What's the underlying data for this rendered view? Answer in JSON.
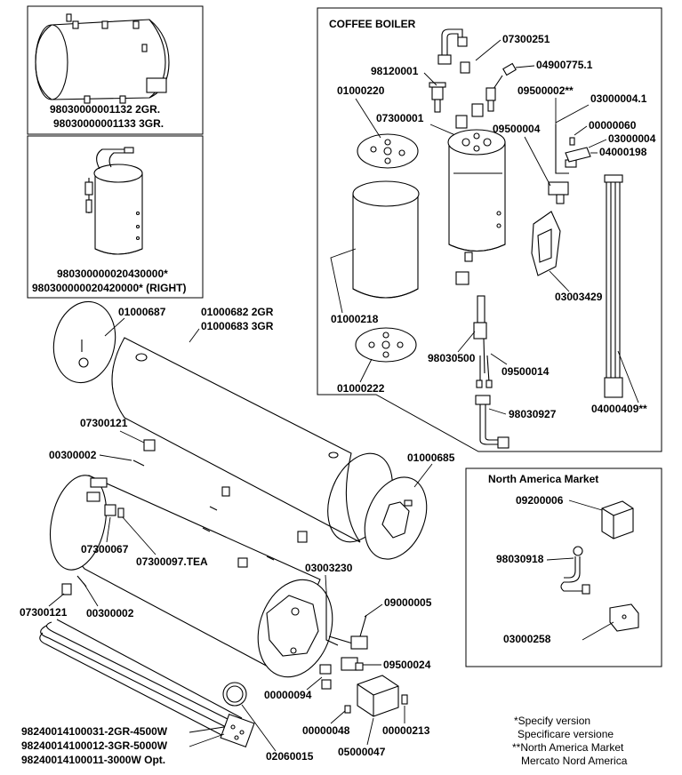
{
  "boxes": {
    "coffee_boiler_title": "COFFEE BOILER",
    "north_america_title": "North America Market"
  },
  "labels": {
    "top_boiler_2gr": "98030000001132 2GR.",
    "top_boiler_3gr": "98030000001133 3GR.",
    "small_boiler_a": "980300000020430000*",
    "small_boiler_b": "980300000020420000* (RIGHT)",
    "p07300251": "07300251",
    "p98120001": "98120001",
    "p04900775": "04900775.1",
    "p01000220": "01000220",
    "p09500002": "09500002**",
    "p03000004_1": "03000004.1",
    "p07300001": "07300001",
    "p09500004": "09500004",
    "p00000060": "00000060",
    "p03000004": "03000004",
    "p04000198": "04000198",
    "p03003429": "03003429",
    "p01000218": "01000218",
    "p98030500": "98030500",
    "p09500014": "09500014",
    "p01000222": "01000222",
    "p98030927": "98030927",
    "p04000409": "04000409**",
    "p01000687": "01000687",
    "p01000682": "01000682 2GR",
    "p01000683": "01000683 3GR",
    "p07300121_a": "07300121",
    "p00300002_a": "00300002",
    "p01000685": "01000685",
    "p07300067": "07300067",
    "p07300097": "07300097.TEA",
    "p03003230": "03003230",
    "p07300121_b": "07300121",
    "p00300002_b": "00300002",
    "p09000005": "09000005",
    "p09500024": "09500024",
    "p00000094": "00000094",
    "p00000048": "00000048",
    "p00000213": "00000213",
    "p05000047": "05000047",
    "p02060015": "02060015",
    "heater_2gr": "98240014100031-2GR-4500W",
    "heater_3gr": "98240014100012-3GR-5000W",
    "heater_opt": "98240014100011-3000W Opt.",
    "p09200006": "09200006",
    "p98030918": "98030918",
    "p03000258": "03000258"
  },
  "notes": {
    "line1": "*Specify version",
    "line2": "Specificare versione",
    "line3": "**North America Market",
    "line4": "Mercato Nord America"
  }
}
